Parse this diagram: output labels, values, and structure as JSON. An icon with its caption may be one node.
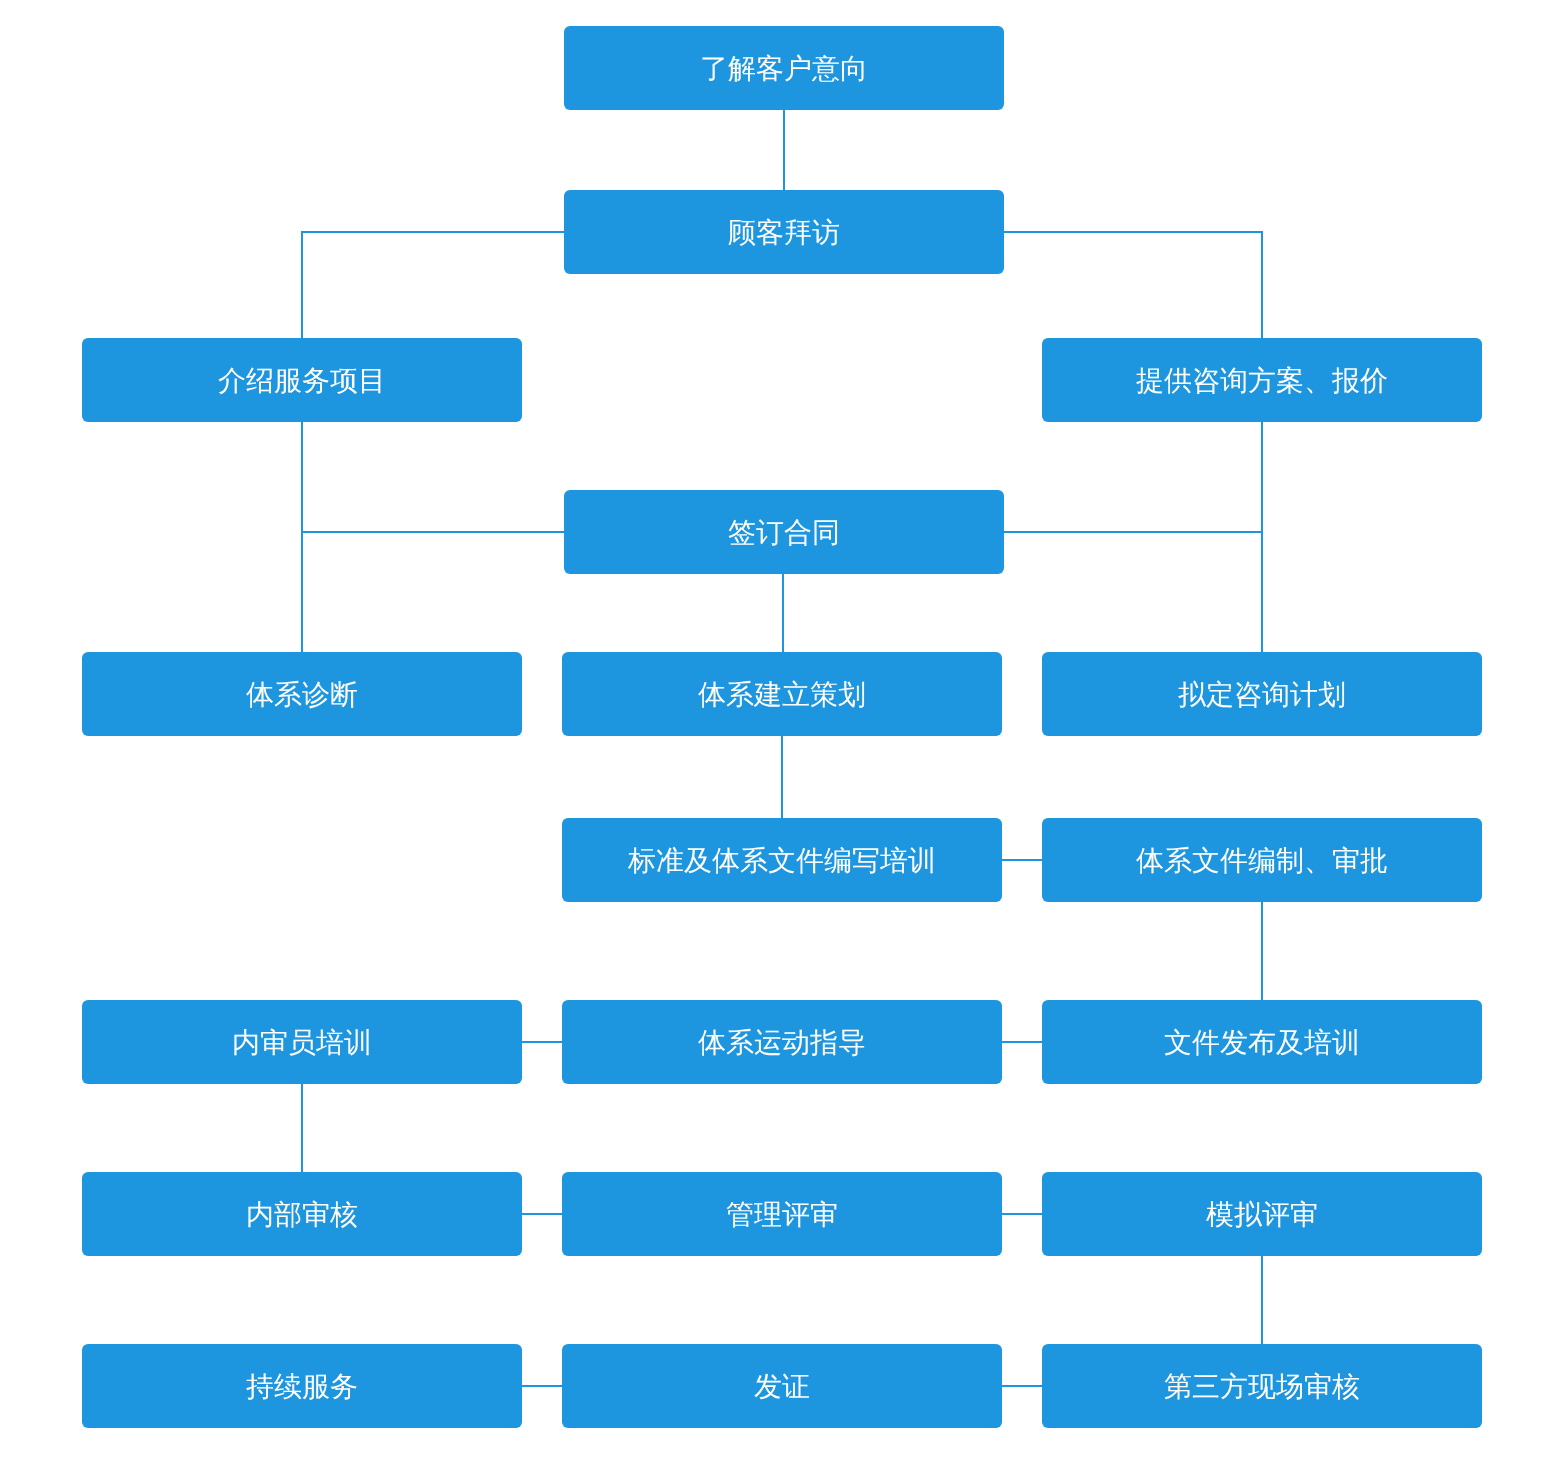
{
  "diagram": {
    "nodes": [
      {
        "text": [
          "了解客户意向"
        ]
      },
      {
        "text": [
          "顾客拜访"
        ]
      },
      {
        "text": [
          "介绍服务项目"
        ]
      },
      {
        "text": [
          "提供咨询方案、报价"
        ]
      },
      {
        "text": [
          "签订合同"
        ]
      },
      {
        "text": [
          "体系诊断"
        ]
      },
      {
        "text": [
          "体系建立策划"
        ]
      },
      {
        "text": [
          "拟定咨询计划"
        ]
      },
      {
        "text": [
          "标准及体系文件编写培训"
        ]
      },
      {
        "text": [
          "体系文件编制、审批"
        ]
      },
      {
        "text": [
          "内审员培训"
        ]
      },
      {
        "text": [
          "体系运动指导"
        ]
      },
      {
        "text": [
          "文件发布及培训"
        ]
      },
      {
        "text": [
          "内部审核"
        ]
      },
      {
        "text": [
          "管理评审"
        ]
      },
      {
        "text": [
          "模拟评审"
        ]
      },
      {
        "text": [
          "持续服务"
        ]
      },
      {
        "text": [
          "发证"
        ]
      },
      {
        "text": [
          "第三方现场审核"
        ]
      }
    ],
    "edges": [
      {
        "from": 0,
        "to": 1,
        "arrow": "none"
      },
      {
        "from": 1,
        "to": 2,
        "arrow": "none"
      },
      {
        "from": 1,
        "to": 3,
        "arrow": "none"
      },
      {
        "from": 2,
        "to": 4,
        "arrow": "none"
      },
      {
        "from": 3,
        "to": 4,
        "arrow": "none"
      },
      {
        "from": 4,
        "to": 5,
        "arrow": "none"
      },
      {
        "from": 4,
        "to": 6,
        "arrow": "none"
      },
      {
        "from": 4,
        "to": 7,
        "arrow": "none"
      },
      {
        "from": 6,
        "to": 8,
        "arrow": "none"
      },
      {
        "from": 8,
        "to": 9,
        "arrow": "none"
      },
      {
        "from": 9,
        "to": 12,
        "arrow": "none"
      },
      {
        "from": 12,
        "to": 11,
        "arrow": "none"
      },
      {
        "from": 11,
        "to": 10,
        "arrow": "none"
      },
      {
        "from": 10,
        "to": 13,
        "arrow": "none"
      },
      {
        "from": 13,
        "to": 14,
        "arrow": "none"
      },
      {
        "from": 14,
        "to": 15,
        "arrow": "none"
      },
      {
        "from": 15,
        "to": 18,
        "arrow": "none"
      },
      {
        "from": 18,
        "to": 17,
        "arrow": "none"
      },
      {
        "from": 17,
        "to": 16,
        "arrow": "none"
      }
    ]
  }
}
